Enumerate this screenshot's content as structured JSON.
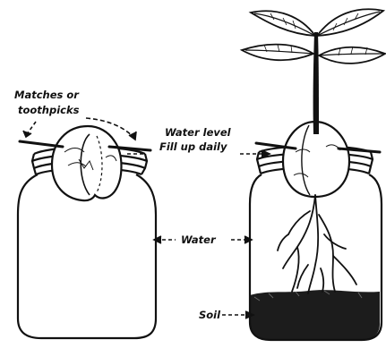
{
  "labels": {
    "matches": [
      "Matches or",
      "toothpicks"
    ],
    "water_level": [
      "Water level",
      "Fill up daily"
    ],
    "water": "Water",
    "soil": "Soil"
  },
  "colors": {
    "ink": "#111111",
    "paper": "#ffffff",
    "soil": "#1c1c1c"
  }
}
